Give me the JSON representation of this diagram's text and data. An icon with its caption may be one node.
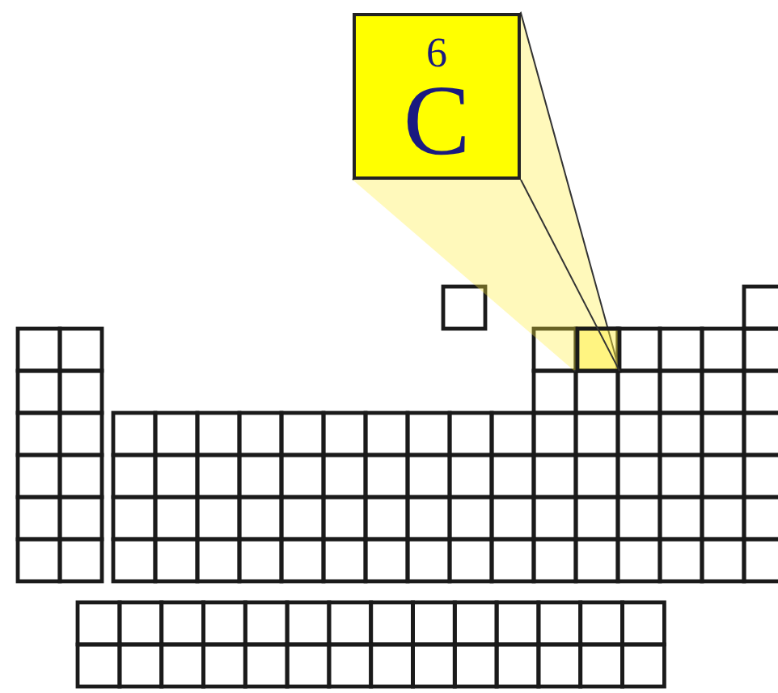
{
  "diagram": {
    "nodes": [
      {
        "text": [
          "6",
          "C"
        ]
      },
      {
        "text": [],
        "shape": "box"
      }
    ],
    "edges": [
      {
        "from": 0,
        "to": 1,
        "arrow": "none"
      }
    ]
  }
}
